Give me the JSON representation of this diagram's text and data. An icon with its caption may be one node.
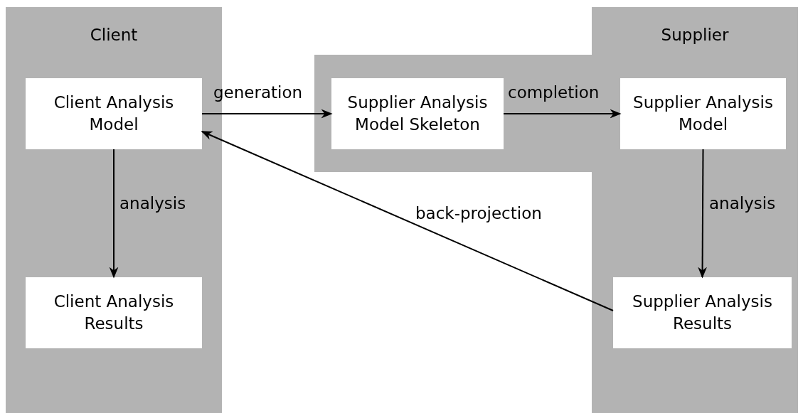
{
  "diagram": {
    "nodes": [
      {
        "text": [
          "Client"
        ]
      },
      {
        "text": [
          "Client Analysis Model"
        ],
        "in": 0
      },
      {
        "text": [
          "Client Analysis Results"
        ],
        "in": 0
      },
      {
        "text": [
          "Supplier"
        ]
      },
      {
        "text": [],
        "shape": "box"
      },
      {
        "text": [
          "Supplier Analysis Model Skeleton"
        ],
        "in": 4
      },
      {
        "text": [
          "Supplier Analysis Model"
        ],
        "in": 3
      },
      {
        "text": [
          "Supplier Analysis Results"
        ],
        "in": 3
      }
    ],
    "edges": [
      {
        "from": 1,
        "to": 5,
        "arrow": "to",
        "label": "generation"
      },
      {
        "from": 5,
        "to": 6,
        "arrow": "to",
        "label": "completion"
      },
      {
        "from": 1,
        "to": 2,
        "arrow": "to",
        "label": "analysis"
      },
      {
        "from": 6,
        "to": 7,
        "arrow": "to",
        "label": "analysis"
      },
      {
        "from": 7,
        "to": 1,
        "arrow": "to",
        "label": "back-projection"
      }
    ]
  }
}
